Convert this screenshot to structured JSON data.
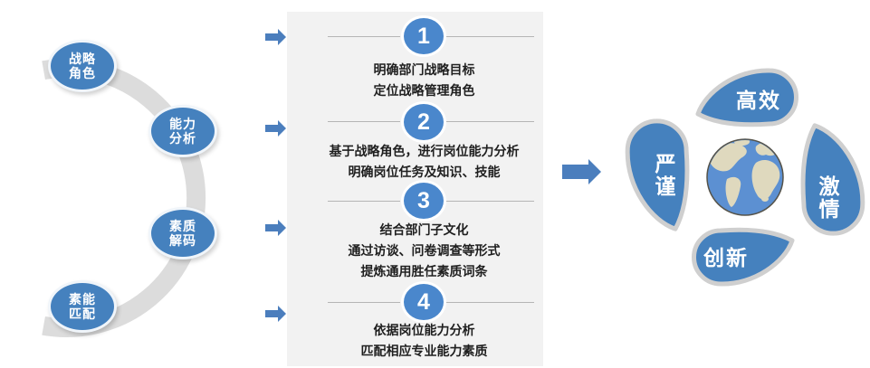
{
  "colors": {
    "stage_blue": "#4581BE",
    "number_circle_blue": "#4A87CC",
    "arrow_blue": "#4B7EBD",
    "panel_background": "#F2F2F2",
    "arc_gray": "#DCDCDC",
    "petal_outline_gray": "#CFCFCF",
    "separator_line_gray": "#B5B5B5",
    "step_text_dark": "#1F1F1F",
    "globe_ocean": "#5C90D2",
    "globe_land": "#DFD9BE"
  },
  "left_flow": {
    "stages": [
      {
        "label": "战略\n角色"
      },
      {
        "label": "能力\n分析"
      },
      {
        "label": "素质\n解码"
      },
      {
        "label": "素能\n匹配"
      }
    ]
  },
  "process_panel": {
    "steps": [
      {
        "number": "1",
        "lines": [
          "明确部门战略目标",
          "定位战略管理角色"
        ]
      },
      {
        "number": "2",
        "lines": [
          "基于战略角色，进行岗位能力分析",
          "明确岗位任务及知识、技能"
        ]
      },
      {
        "number": "3",
        "lines": [
          "结合部门子文化",
          "通过访谈、问卷调查等形式",
          "提炼通用胜任素质词条"
        ]
      },
      {
        "number": "4",
        "lines": [
          "依据岗位能力分析",
          "匹配相应专业能力素质"
        ]
      }
    ]
  },
  "values_wheel": {
    "center_icon": "globe-icon",
    "values": [
      {
        "label": "高效",
        "position": "top"
      },
      {
        "label": "激情",
        "position": "right"
      },
      {
        "label": "创新",
        "position": "bottom"
      },
      {
        "label": "严谨",
        "position": "left"
      }
    ]
  }
}
